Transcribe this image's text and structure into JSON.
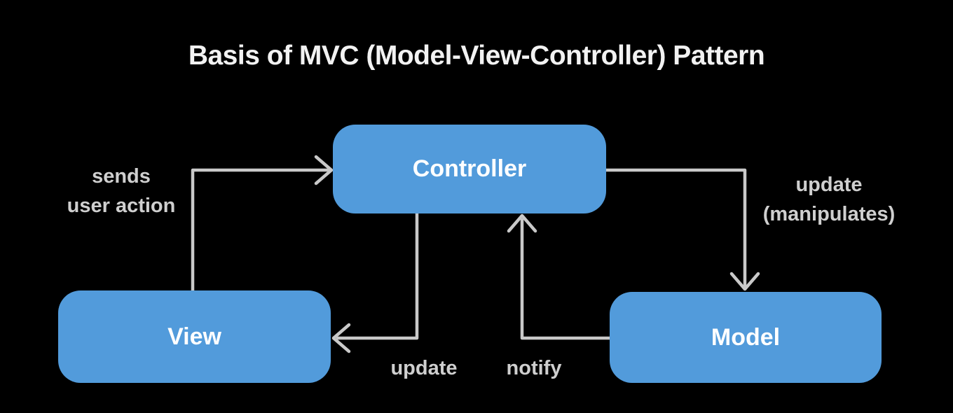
{
  "title": "Basis of MVC (Model-View-Controller) Pattern",
  "colors": {
    "background": "#000000",
    "box_fill": "#529BDB",
    "box_text": "#FFFFFF",
    "arrow": "#C9C9C9",
    "label_text": "#CFCFCF",
    "title_text": "#F2F2F2"
  },
  "nodes": {
    "controller": {
      "label": "Controller"
    },
    "view": {
      "label": "View"
    },
    "model": {
      "label": "Model"
    }
  },
  "edges": {
    "view_to_controller": {
      "label_line1": "sends",
      "label_line2": "user action"
    },
    "controller_to_model": {
      "label_line1": "update",
      "label_line2": "(manipulates)"
    },
    "controller_to_view": {
      "label": "update"
    },
    "model_to_controller": {
      "label": "notify"
    }
  }
}
